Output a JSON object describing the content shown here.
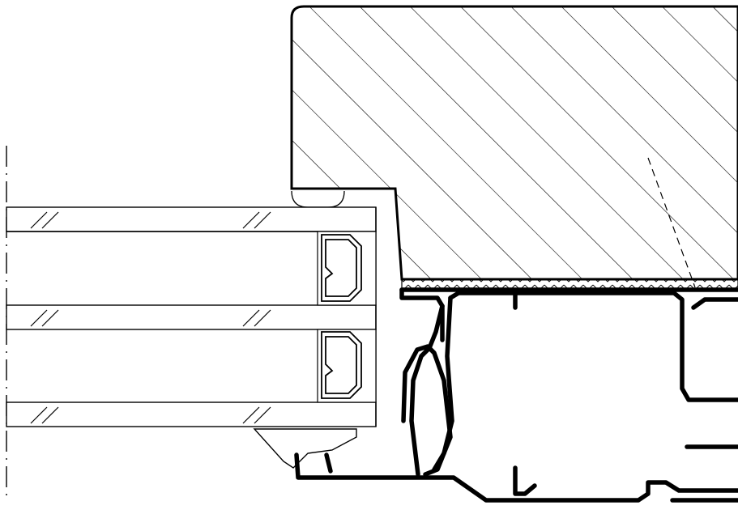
{
  "drawing": {
    "kind": "technical cross-section",
    "background": "#ffffff",
    "line_color": "#000000",
    "components": [
      {
        "id": "wall-block",
        "hatch": "diagonal"
      },
      {
        "id": "glazing",
        "panes": 3
      },
      {
        "id": "spacer-bars",
        "count": 2
      },
      {
        "id": "frame-profile"
      },
      {
        "id": "gasket-strip"
      },
      {
        "id": "glazing-bead"
      },
      {
        "id": "center-line"
      }
    ]
  }
}
